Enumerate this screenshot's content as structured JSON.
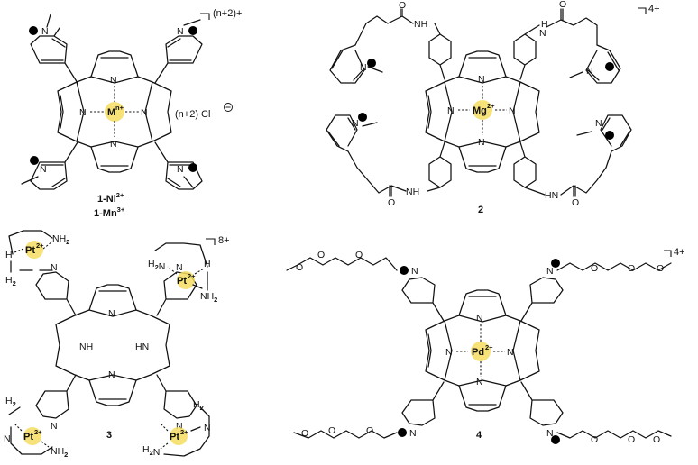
{
  "compounds": [
    {
      "id": "c1",
      "metal": "M",
      "metal_sup": "n+",
      "charge": "(n+2)+",
      "counterion": "(n+2) Cl",
      "labels": [
        {
          "base": "1-Ni",
          "sup": "2+"
        },
        {
          "base": "1-Mn",
          "sup": "3+"
        }
      ]
    },
    {
      "id": "c2",
      "metal": "Mg",
      "metal_sup": "2+",
      "charge": "4+",
      "label": "2"
    },
    {
      "id": "c3",
      "metal": "Pt",
      "metal_sup": "2+",
      "charge": "8+",
      "label": "3"
    },
    {
      "id": "c4",
      "metal": "Pd",
      "metal_sup": "2+",
      "charge": "4+",
      "label": "4"
    }
  ],
  "atoms": {
    "N": "N",
    "NH": "NH",
    "HN": "HN",
    "O": "O",
    "NH2": "NH",
    "H2N": "H",
    "H": "H",
    "Cl": "Cl",
    "two": "2"
  }
}
